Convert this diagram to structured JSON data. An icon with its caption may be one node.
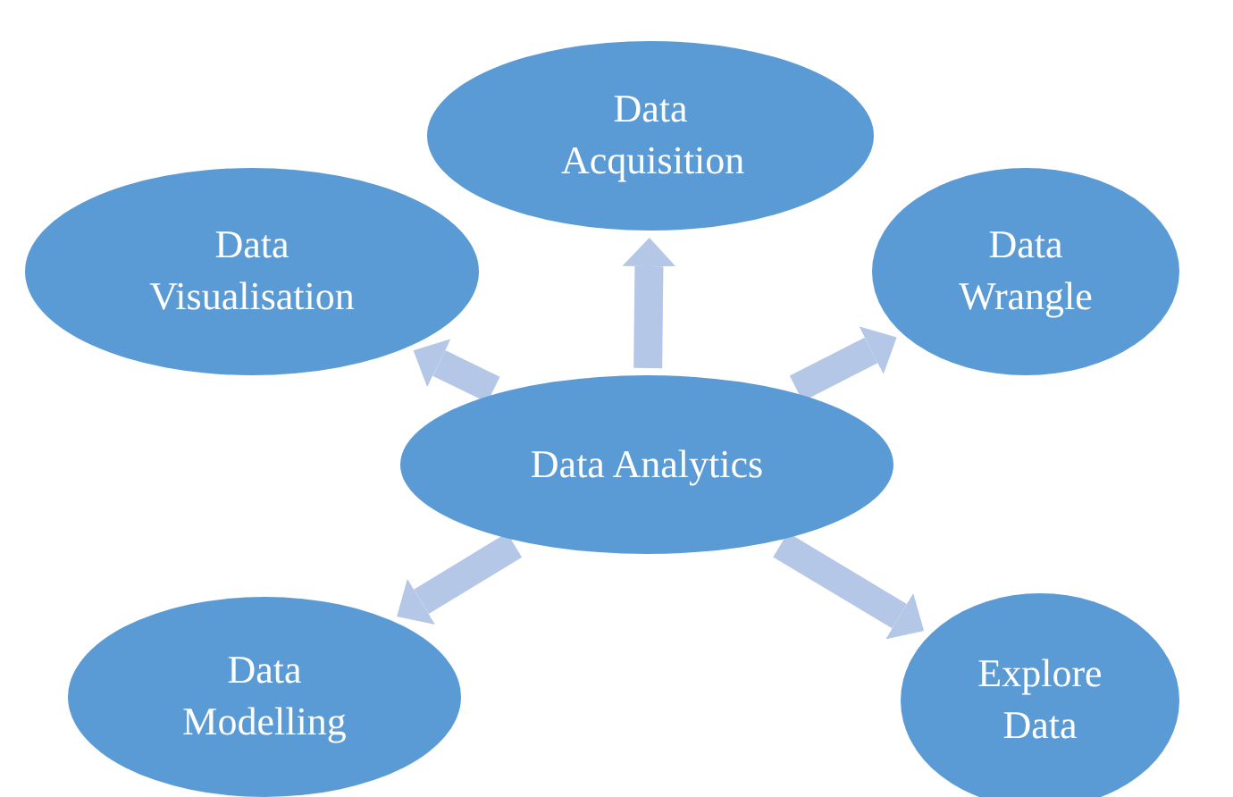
{
  "diagram": {
    "nodes": [
      {
        "text": [
          "Data Acquisition"
        ]
      },
      {
        "text": [
          "Data Visualisation"
        ]
      },
      {
        "text": [
          "Data Wrangle"
        ]
      },
      {
        "text": [
          "Data Analytics"
        ]
      },
      {
        "text": [
          "Data Modelling"
        ]
      },
      {
        "text": [
          "Explore Data"
        ]
      }
    ],
    "edges": [
      {
        "from": 3,
        "to": 0,
        "arrow": "to"
      },
      {
        "from": 3,
        "to": 1,
        "arrow": "to"
      },
      {
        "from": 3,
        "to": 2,
        "arrow": "to"
      },
      {
        "from": 3,
        "to": 4,
        "arrow": "to"
      },
      {
        "from": 3,
        "to": 5,
        "arrow": "to"
      }
    ]
  }
}
